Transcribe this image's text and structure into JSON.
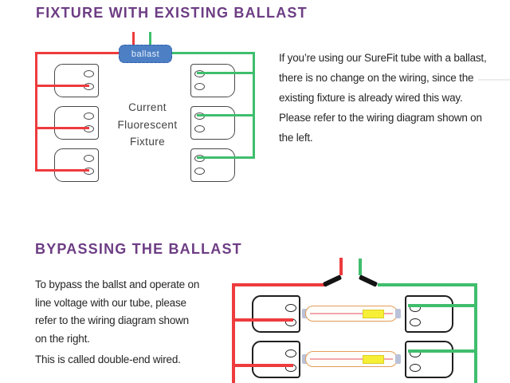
{
  "colors": {
    "title_purple": "#6d3d84",
    "wire_red": "#ee3b3d",
    "wire_green": "#3fbe6d",
    "ballast_blue": "#4d7fc4",
    "socket_outline": "#1f1f1f",
    "tube_outline": "#e39d58",
    "tube_sticker_yellow": "#f7ef35",
    "body_text": "#262626"
  },
  "section_existing": {
    "title": "FIXTURE WITH EXISTING BALLAST",
    "ballast_label": "ballast",
    "fixture_label": {
      "line1": "Current",
      "line2": "Fluorescent",
      "line3": "Fixture"
    },
    "paragraph": {
      "line1": "If you’re using our SureFit tube with a ballast,",
      "line2": "there is no change on the wiring, since the",
      "line3": "existing fixture is already wired this way.",
      "line4": "Please refer to the wiring diagram shown on",
      "line5": "the left."
    }
  },
  "section_bypass": {
    "title": "BYPASSING THE BALLAST",
    "paragraph": {
      "line1": "To bypass the ballst and operate on",
      "line2": "line voltage with our tube, please",
      "line3": "refer to the wiring diagram shown",
      "line4": "on the right.",
      "line5": "This is called double-end wired."
    }
  }
}
